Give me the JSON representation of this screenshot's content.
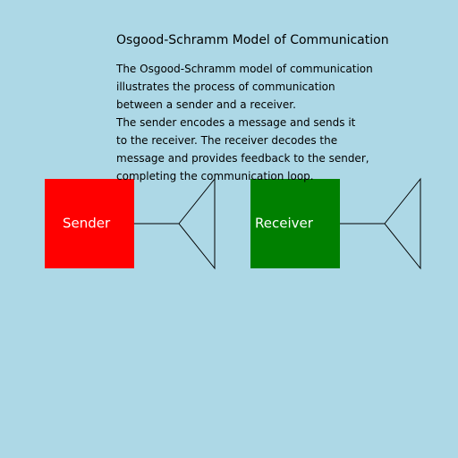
{
  "title": "Osgood-Schramm Model of Communication",
  "description_lines": [
    "The Osgood-Schramm model of communication",
    "illustrates the process of communication",
    "between a sender and a receiver.",
    "The sender encodes a message and sends it",
    "to the receiver. The receiver decodes the",
    "message and provides feedback to the sender,",
    "completing the communication loop."
  ],
  "nodes": {
    "sender": {
      "label": "Sender",
      "color": "#FF0000",
      "text_color": "#FFFFFF"
    },
    "receiver": {
      "label": "Receiver",
      "color": "#008000",
      "text_color": "#FFFFFF"
    }
  },
  "colors": {
    "background": "#ADD8E6",
    "line": "#000000"
  }
}
